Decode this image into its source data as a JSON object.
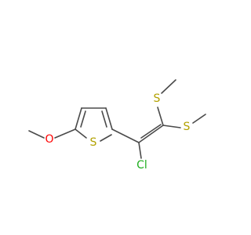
{
  "molecule": {
    "atoms": {
      "methoxy_oxygen": "O",
      "ring_sulfur": "S",
      "chlorine": "Cl",
      "upper_sulfur": "S",
      "right_sulfur": "S"
    },
    "colors": {
      "bond": "#4a4a4a",
      "oxygen": "#ff0000",
      "sulfur": "#b2a100",
      "chlorine": "#1fae1f"
    }
  }
}
